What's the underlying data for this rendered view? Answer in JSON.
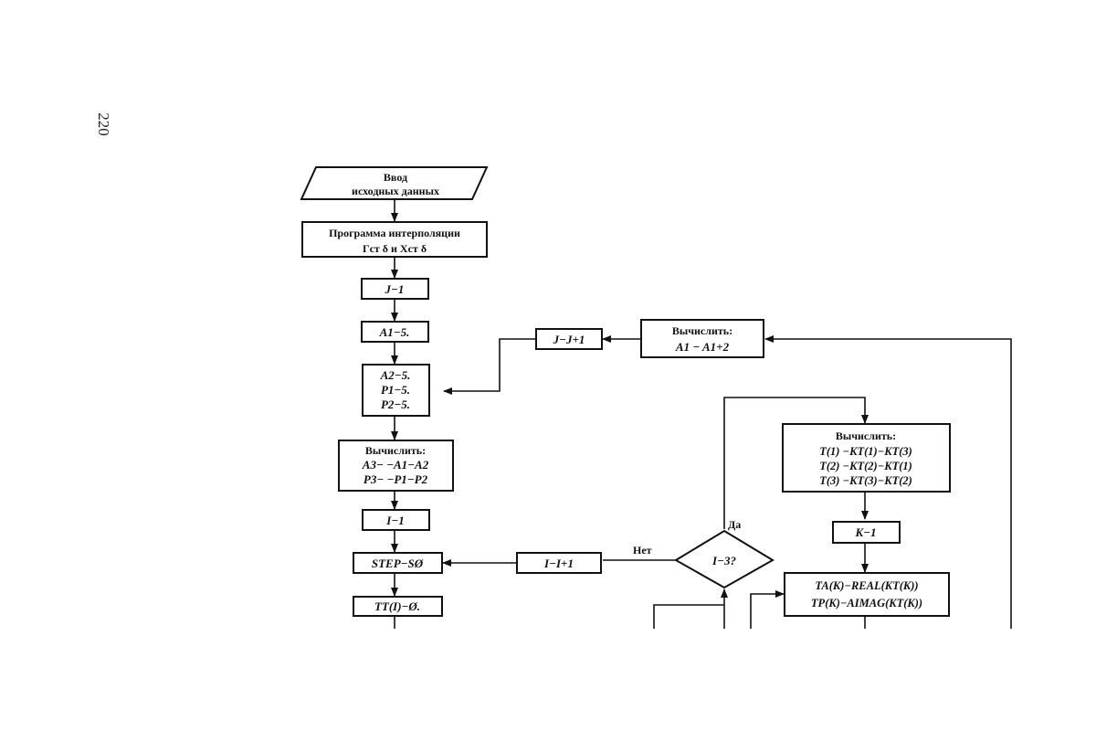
{
  "page_number": "220",
  "nodes": {
    "input": [
      "Ввод",
      "исходных данных"
    ],
    "interp": [
      "Программа интерполяции",
      "Гст δ  и  Xст δ"
    ],
    "j_init": "J−1",
    "a1_init": "A1−5.",
    "init_group": [
      "A2−5.",
      "P1−5.",
      "P2−5."
    ],
    "compute_a3": [
      "Вычислить:",
      "A3− −A1−A2",
      "P3− −P1−P2"
    ],
    "i_init": "I−1",
    "step": "STEP−SØ",
    "tt": "TT(I)−Ø.",
    "j_inc": "J−J+1",
    "compute_a1": [
      "Вычислить:",
      "A1 − A1+2"
    ],
    "compute_t": [
      "Вычислить:",
      "T(1) −KT(1)−KT(3)",
      "T(2) −KT(2)−KT(1)",
      "T(3) −KT(3)−KT(2)"
    ],
    "k_init": "K−1",
    "ta_tp": [
      "TA(K)−REAL(KT(K))",
      "TP(K)−AIMAG(KT(K))"
    ],
    "decision": "I−3?",
    "i_inc": "I−I+1"
  },
  "edge_labels": {
    "yes": "Да",
    "no": "Нет"
  }
}
